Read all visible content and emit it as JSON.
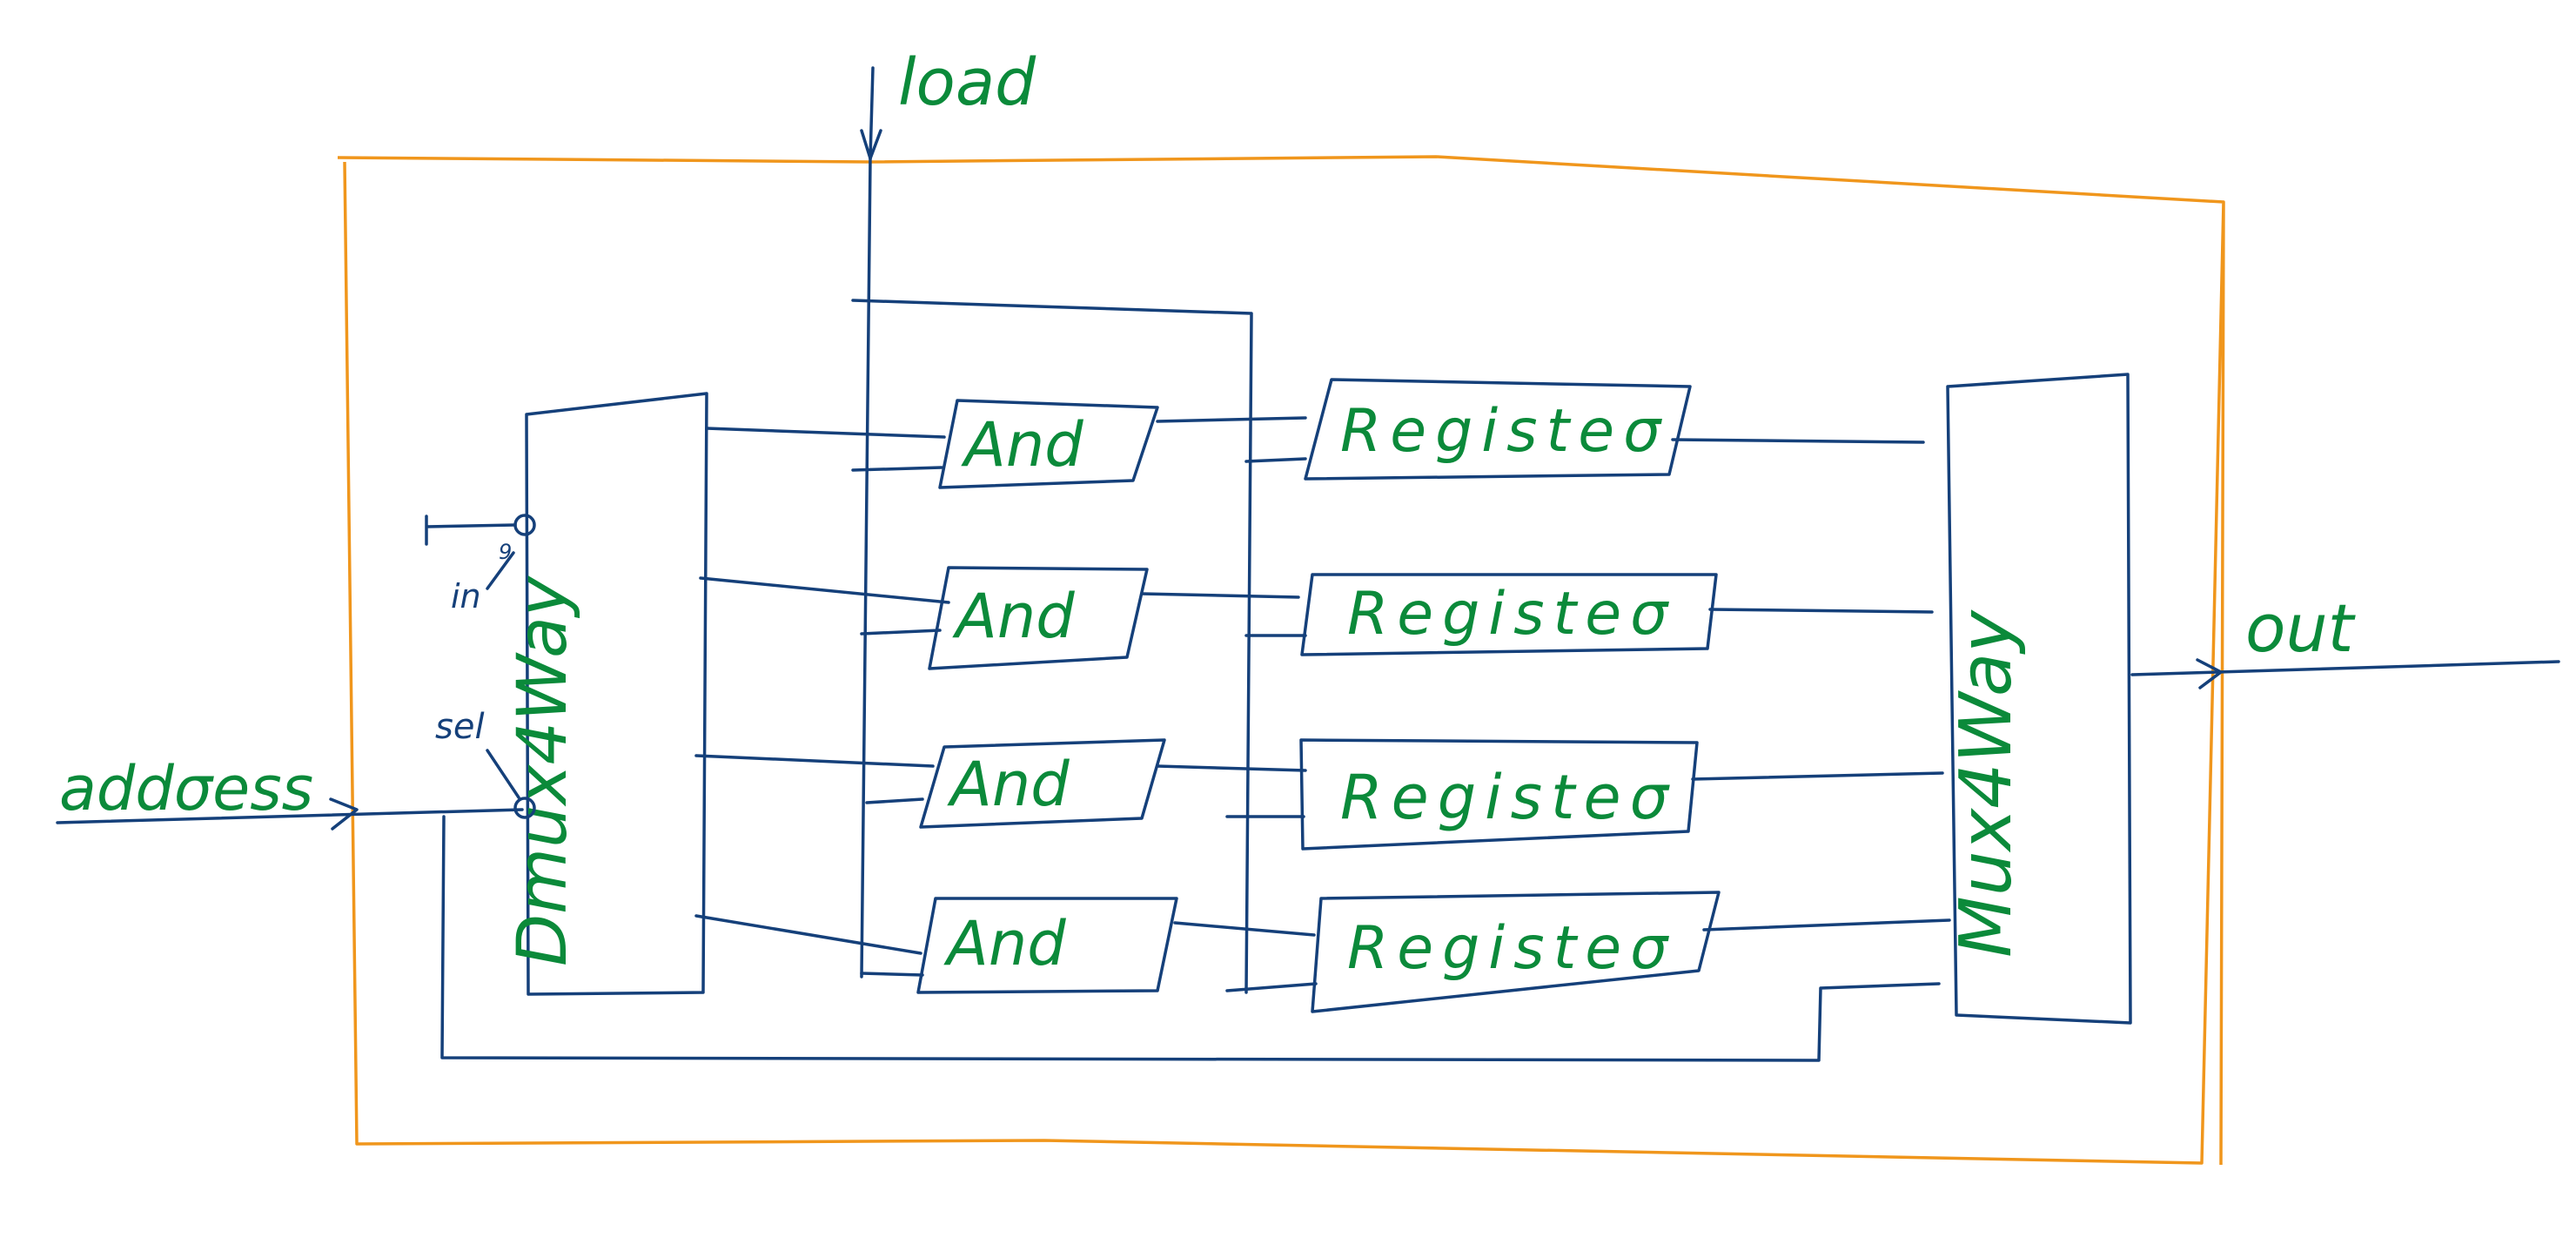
{
  "labels": {
    "load": "load",
    "address": "addσess",
    "out": "out",
    "in": "in",
    "sel": "sel",
    "in_bit": "9",
    "dmux": "Dmux4Way",
    "mux": "Mux4Way",
    "and": "And",
    "register": "Registeσ"
  },
  "colors": {
    "ink_green": "#0b8a3a",
    "ink_blue": "#15407a",
    "frame_orange": "#f0961c"
  }
}
